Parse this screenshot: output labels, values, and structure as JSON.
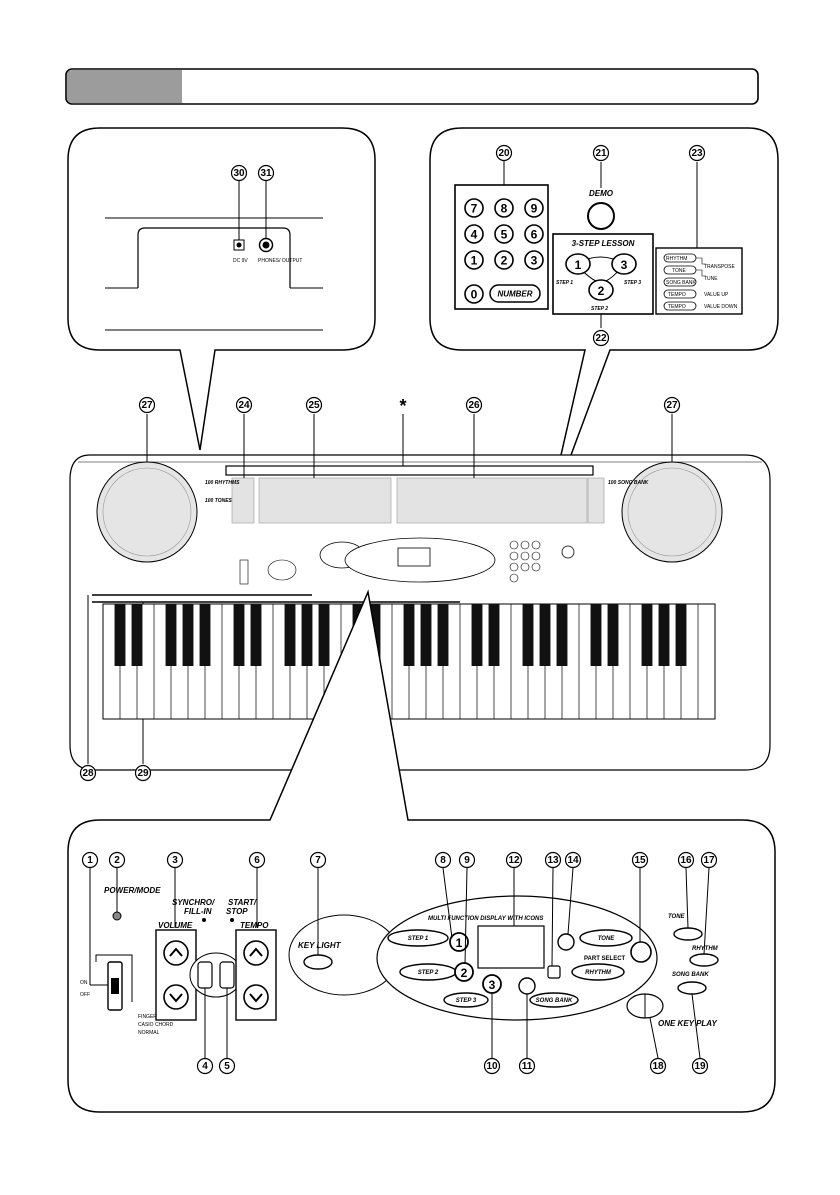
{
  "jack_labels": {
    "dc": "DC 9V",
    "phones": "PHONES/ OUTPUT"
  },
  "keypad": {
    "digits": [
      "7",
      "8",
      "9",
      "4",
      "5",
      "6",
      "1",
      "2",
      "3",
      "0"
    ],
    "number_label": "NUMBER"
  },
  "demo_label": "DEMO",
  "lesson": {
    "title": "3-STEP LESSON",
    "step1": "STEP 1",
    "step2": "STEP 2",
    "step3": "STEP 3",
    "b1": "1",
    "b2": "2",
    "b3": "3"
  },
  "buttons_panel": {
    "rhythm": "RHYTHM",
    "tone": "TONE",
    "song_bank": "SONG BANK",
    "tempo_up": "TEMPO",
    "tempo_down": "TEMPO",
    "transpose": "TRANSPOSE",
    "tune": "TUNE",
    "value_up": "VALUE UP",
    "value_down": "VALUE DOWN"
  },
  "asterisk": "*",
  "callouts": {
    "c1": "1",
    "c2": "2",
    "c3": "3",
    "c4": "4",
    "c5": "5",
    "c6": "6",
    "c7": "7",
    "c8": "8",
    "c9": "9",
    "c10": "10",
    "c11": "11",
    "c12": "12",
    "c13": "13",
    "c14": "14",
    "c15": "15",
    "c16": "16",
    "c17": "17",
    "c18": "18",
    "c19": "19",
    "c20": "20",
    "c21": "21",
    "c22": "22",
    "c23": "23",
    "c24": "24",
    "c25": "25",
    "c26": "26",
    "c27": "27",
    "c28": "28",
    "c29": "29",
    "c30": "30",
    "c31": "31"
  },
  "console": {
    "power_mode": "POWER/MODE",
    "on": "ON",
    "off": "OFF",
    "fingered": "FINGERED",
    "casio_chord": "CASIO CHORD",
    "normal": "NORMAL",
    "volume": "VOLUME",
    "synchro": "SYNCHRO/",
    "fill_in": "FILL-IN",
    "start": "START/",
    "stop": "STOP",
    "tempo": "TEMPO",
    "key_light": "KEY LIGHT",
    "display_banner": "MULTI FUNCTION DISPLAY WITH ICONS",
    "step1": "STEP 1",
    "step2": "STEP 2",
    "step3": "STEP 3",
    "b1": "1",
    "b2": "2",
    "b3": "3",
    "tone": "TONE",
    "rhythm": "RHYTHM",
    "song_bank": "SONG BANK",
    "part_select": "PART SELECT",
    "tone_r": "TONE",
    "rhythm_r": "RHYTHM",
    "song_bank_r": "SONG BANK",
    "one_key_play": "ONE KEY PLAY"
  },
  "keyboard": {
    "rhythms_label": "100 RHYTHMS",
    "tones_label": "100 TONES",
    "songs_label": "100 SONG BANK"
  }
}
